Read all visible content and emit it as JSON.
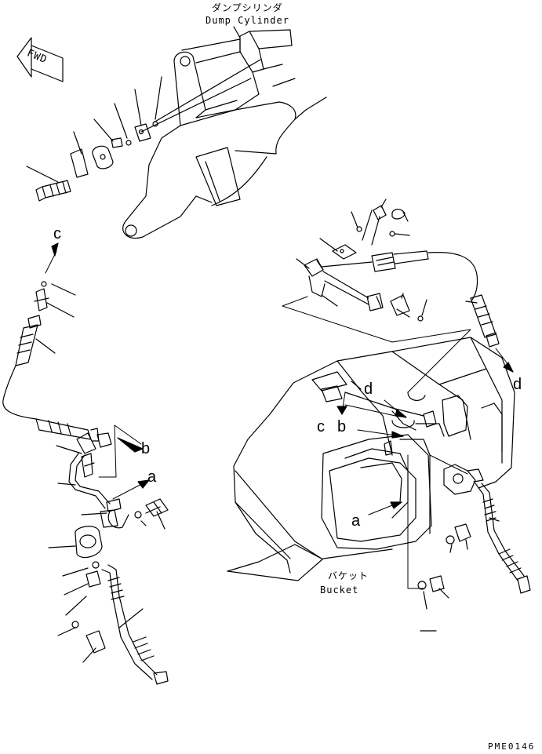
{
  "labels": {
    "dump_cylinder_jp": "ダンプシリンダ",
    "dump_cylinder_en": "Dump Cylinder",
    "bucket_jp": "バケット",
    "bucket_en": "Bucket",
    "fwd": "FWD",
    "drawing_code": "PME0146"
  },
  "callouts": {
    "a_left": "a",
    "b_left": "b",
    "c_left": "c",
    "a_right": "a",
    "b_right": "b",
    "c_right": "c",
    "d_right_top": "d",
    "d_right_mid": "d"
  },
  "colors": {
    "line": "#000000",
    "background": "#ffffff"
  }
}
